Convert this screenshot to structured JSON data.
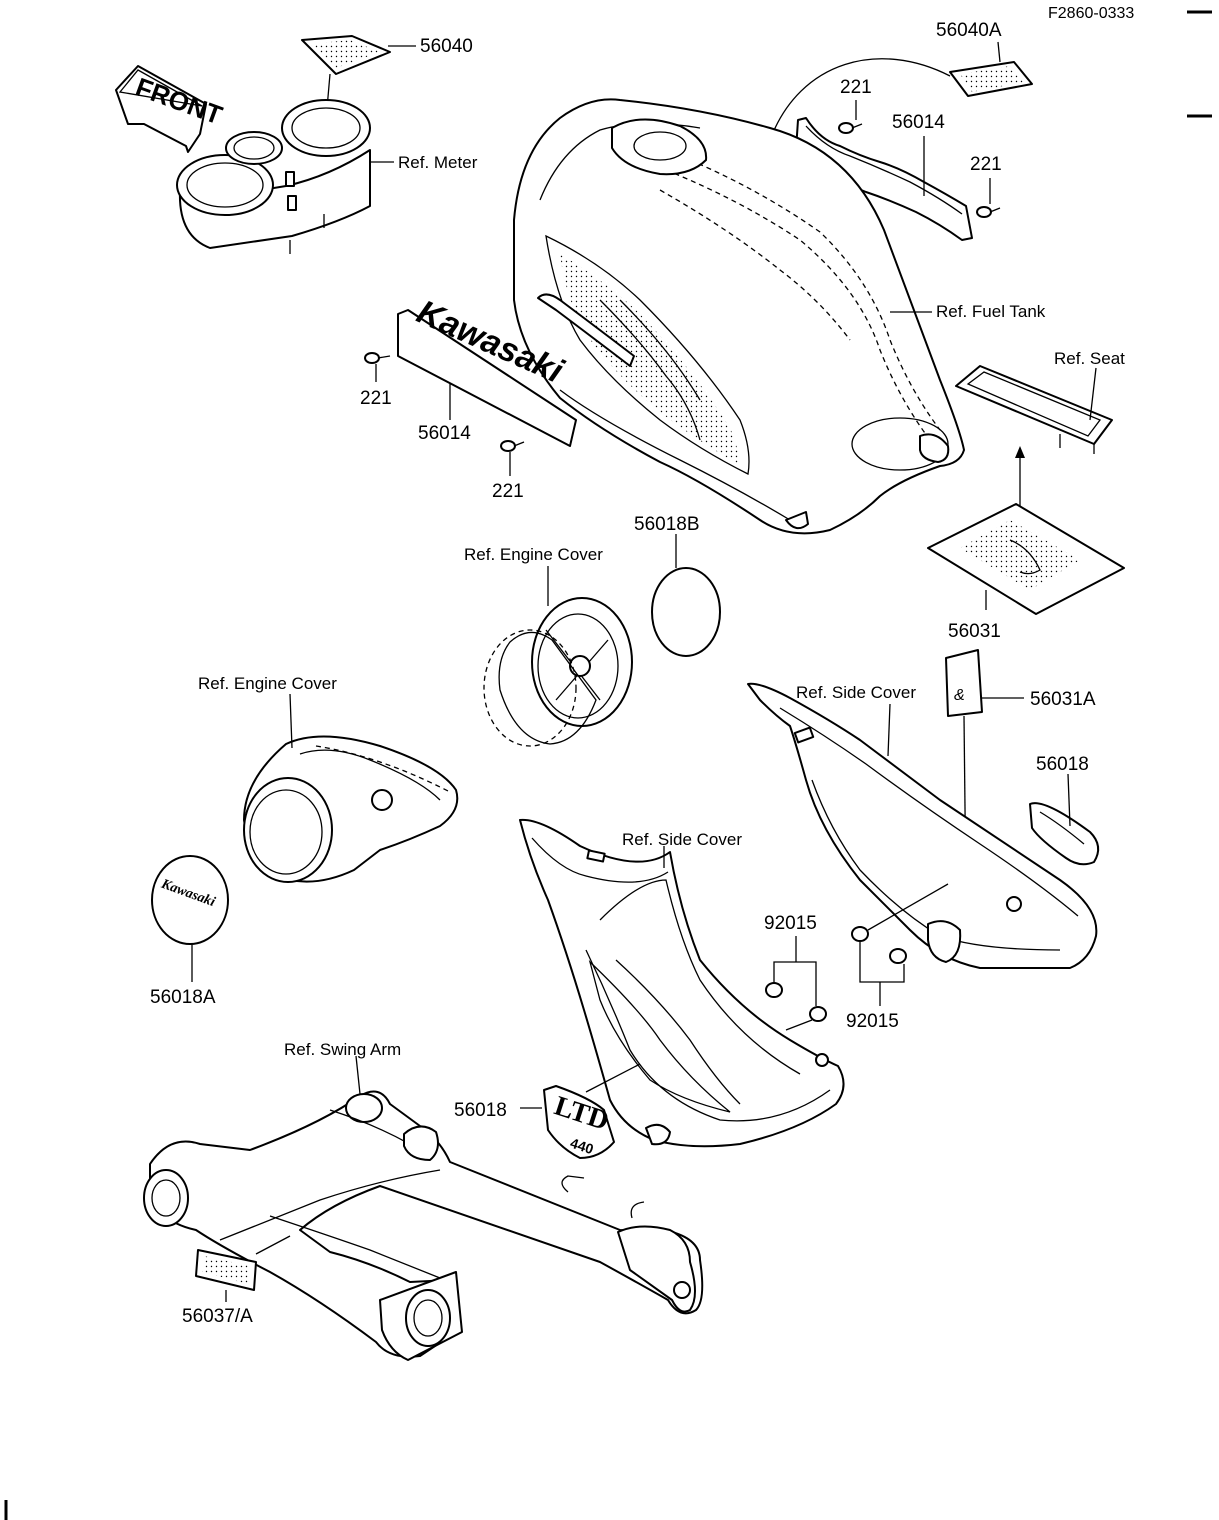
{
  "diagram_code": "F2860-0333",
  "front_label": "FRONT",
  "tank_emblem_text": "Kawasaki",
  "side_emblem_text": "LTD",
  "side_emblem_subtext": "440",
  "engine_cover_emblem_text": "Kawasaki",
  "labels": {
    "p56040": "56040",
    "p56040A": "56040A",
    "p221_a": "221",
    "p56014_a": "56014",
    "p221_b": "221",
    "ref_meter": "Ref. Meter",
    "ref_fuel_tank": "Ref. Fuel Tank",
    "ref_seat": "Ref. Seat",
    "p221_c": "221",
    "p56014_b": "56014",
    "p221_d": "221",
    "p56018B": "56018B",
    "ref_engine_cover_1": "Ref. Engine Cover",
    "p56031": "56031",
    "ref_side_cover_1": "Ref. Side Cover",
    "p56031A": "56031A",
    "ref_engine_cover_2": "Ref. Engine Cover",
    "p56018_a": "56018",
    "ref_side_cover_2": "Ref. Side Cover",
    "p92015_a": "92015",
    "p92015_b": "92015",
    "p56018A": "56018A",
    "ref_swing_arm": "Ref. Swing Arm",
    "p56018_b": "56018",
    "p56037A": "56037/A"
  }
}
